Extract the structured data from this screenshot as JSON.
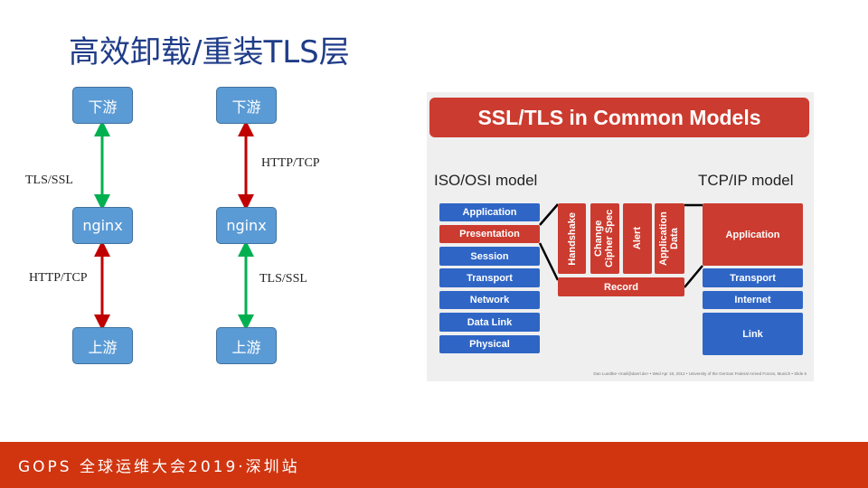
{
  "title": "高效卸载/重装TLS层",
  "left_diagram": {
    "col1": {
      "top": "下游",
      "mid": "nginx",
      "bottom": "上游",
      "top_link": "TLS/SSL",
      "bottom_link": "HTTP/TCP"
    },
    "col2": {
      "top": "下游",
      "mid": "nginx",
      "bottom": "上游",
      "top_link": "HTTP/TCP",
      "bottom_link": "TLS/SSL"
    },
    "colors": {
      "tls": "#00b050",
      "http": "#c00000",
      "node": "#5b9bd5"
    }
  },
  "figure": {
    "title": "SSL/TLS in Common Models",
    "osi_label": "ISO/OSI model",
    "tcpip_label": "TCP/IP model",
    "osi_layers": [
      "Application",
      "Presentation",
      "Session",
      "Transport",
      "Network",
      "Data Link",
      "Physical"
    ],
    "tls_protocols": [
      "Handshake",
      "Change Cipher Spec",
      "Alert",
      "Application Data"
    ],
    "record": "Record",
    "tcpip_layers": [
      "Application",
      "Transport",
      "Internet",
      "Link"
    ],
    "credit": "Dan Luedtke <mail@danrl.de> • Wed Apr 18, 2012 • University of the German Federal Armed Forces, Munich • Slide 6"
  },
  "footer": "GOPS 全球运维大会2019·深圳站"
}
